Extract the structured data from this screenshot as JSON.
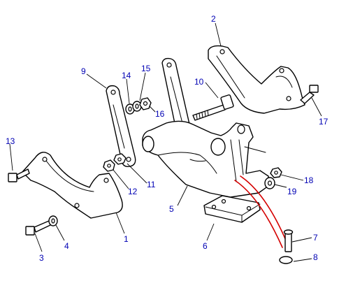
{
  "callouts": {
    "c1": "1",
    "c2": "2",
    "c3": "3",
    "c4": "4",
    "c5": "5",
    "c6": "6",
    "c7": "7",
    "c8": "8",
    "c9": "9",
    "c10": "10",
    "c11": "11",
    "c12": "12",
    "c13": "13",
    "c14": "14",
    "c15": "15",
    "c16": "16",
    "c17": "17",
    "c18": "18",
    "c19": "19"
  },
  "colors": {
    "callout_text": "#0000b4",
    "highlight": "#d40000",
    "line_art": "#000000"
  }
}
